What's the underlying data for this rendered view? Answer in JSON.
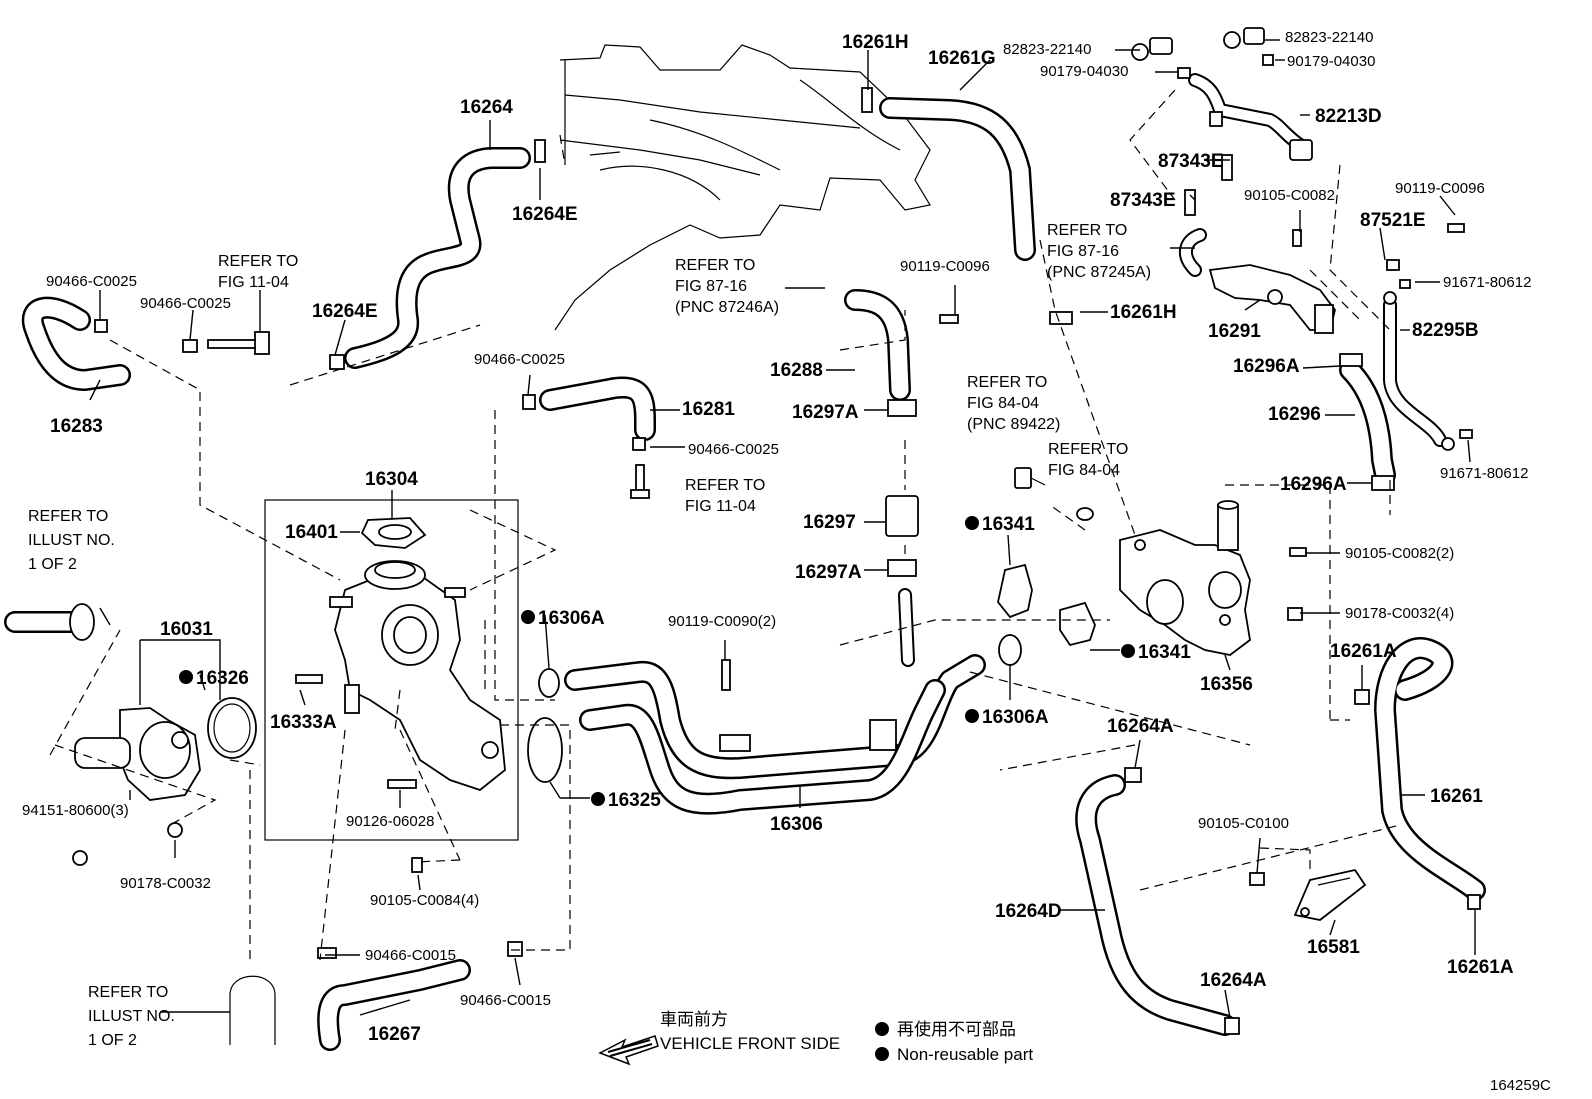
{
  "labels": {
    "p16261H_top": "16261H",
    "p16261G": "16261G",
    "p82823_a": "82823-22140",
    "p82823_b": "82823-22140",
    "p90179_a": "90179-04030",
    "p90179_b": "90179-04030",
    "p16264": "16264",
    "p82213D": "82213D",
    "p87343E_a": "87343E",
    "p87343E_b": "87343E",
    "p90105_C0082": "90105-C0082",
    "p90119_C0096_r": "90119-C0096",
    "p87521E": "87521E",
    "p16264E_top": "16264E",
    "p90466_C0025_a": "90466-C0025",
    "p90466_C0025_b": "90466-C0025",
    "p16264E_mid": "16264E",
    "p90119_C0096_m": "90119-C0096",
    "p16261H_mid": "16261H",
    "p91671_a": "91671-80612",
    "p16291": "16291",
    "p82295B": "82295B",
    "p16283": "16283",
    "p16288": "16288",
    "p90466_C0025_c": "90466-C0025",
    "p16281": "16281",
    "p16296A_a": "16296A",
    "p16297A_a": "16297A",
    "p16296": "16296",
    "p90466_C0025_d": "90466-C0025",
    "p91671_b": "91671-80612",
    "p16304": "16304",
    "p16296A_b": "16296A",
    "p16401": "16401",
    "p16297": "16297",
    "p16341_a": "16341",
    "p90105_C0082_2": "90105-C0082(2)",
    "p16297A_b": "16297A",
    "p16031": "16031",
    "p16306A_a": "16306A",
    "p90119_C0090": "90119-C0090(2)",
    "p90178_C0032_4": "90178-C0032(4)",
    "p16326": "16326",
    "p16341_b": "16341",
    "p16261A_a": "16261A",
    "p16356": "16356",
    "p16333A": "16333A",
    "p16306A_b": "16306A",
    "p16264A_a": "16264A",
    "p16325": "16325",
    "p16261": "16261",
    "p94151": "94151-80600(3)",
    "p90126": "90126-06028",
    "p16306": "16306",
    "p90105_C0100": "90105-C0100",
    "p90178_C0032": "90178-C0032",
    "p90105_C0084": "90105-C0084(4)",
    "p16264D": "16264D",
    "p16581": "16581",
    "p16261A_b": "16261A",
    "p90466_C0015_a": "90466-C0015",
    "p16264A_b": "16264A",
    "p90466_C0015_b": "90466-C0015",
    "p16267": "16267"
  },
  "refs": {
    "fig1104_a": [
      "REFER TO",
      "FIG 11-04"
    ],
    "fig8716_a": [
      "REFER TO",
      "FIG 87-16",
      "(PNC 87245A)"
    ],
    "fig8716_b": [
      "REFER TO",
      "FIG 87-16",
      "(PNC 87246A)"
    ],
    "fig8404_a": [
      "REFER TO",
      "FIG 84-04",
      "(PNC 89422)"
    ],
    "fig8404_b": [
      "REFER TO",
      "FIG 84-04"
    ],
    "fig1104_b": [
      "REFER TO",
      "FIG 11-04"
    ],
    "illust_a": [
      "REFER TO",
      "ILLUST NO.",
      "1 OF 2"
    ],
    "illust_b": [
      "REFER TO",
      "ILLUST NO.",
      "1 OF 2"
    ]
  },
  "legend": {
    "front_jp": "車両前方",
    "front_en": "VEHICLE FRONT SIDE",
    "nonreuse_jp": "再使用不可部品",
    "nonreuse_en": "Non-reusable part"
  },
  "figure_id": "164259C"
}
